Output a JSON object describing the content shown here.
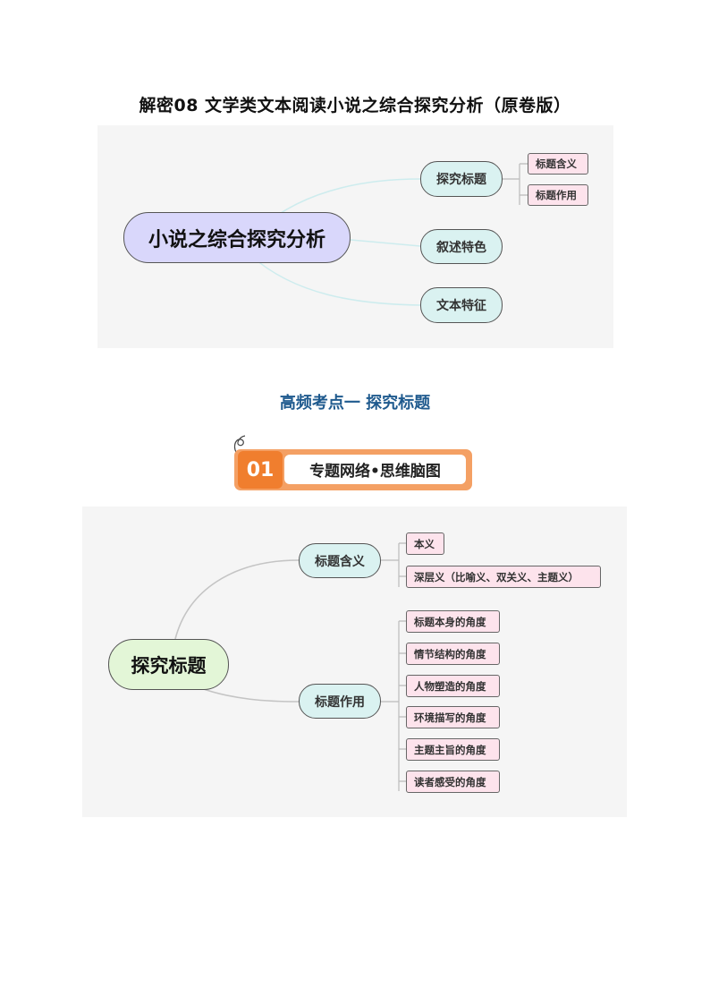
{
  "document": {
    "title": "解密08 文学类文本阅读小说之综合探究分析（原卷版）"
  },
  "mindmap_overview": {
    "root": "小说之综合探究分析",
    "branches": [
      {
        "label": "探究标题",
        "children": [
          "标题含义",
          "标题作用"
        ]
      },
      {
        "label": "叙述特色",
        "children": []
      },
      {
        "label": "文本特征",
        "children": []
      }
    ]
  },
  "section": {
    "heading": "高频考点一  探究标题"
  },
  "banner": {
    "number": "01",
    "label": "专题网络•思维脑图"
  },
  "mindmap_detail": {
    "root": "探究标题",
    "branches": [
      {
        "label": "标题含义",
        "children": [
          "本义",
          "深层义（比喻义、双关义、主题义）"
        ]
      },
      {
        "label": "标题作用",
        "children": [
          "标题本身的角度",
          "情节结构的角度",
          "人物塑造的角度",
          "环境描写的角度",
          "主题主旨的角度",
          "读者感受的角度"
        ]
      }
    ]
  },
  "colors": {
    "root1_fill": "#d9d7fb",
    "root2_fill": "#e3f6d7",
    "branch_fill": "#daf2f1",
    "leaf_fill": "#fde3ec",
    "heading_blue": "#1f5a8e",
    "banner_orange": "#f07e2e"
  }
}
